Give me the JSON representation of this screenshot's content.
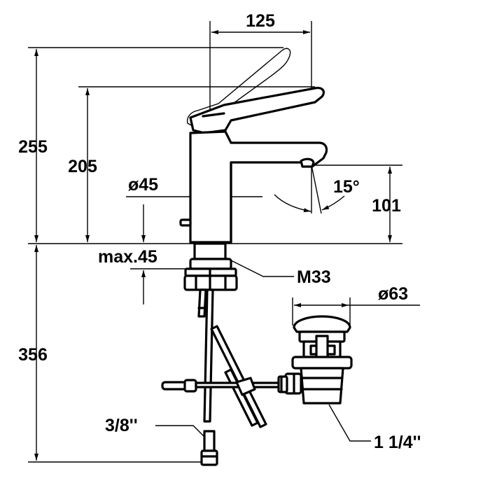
{
  "dimensions": {
    "top_width": "125",
    "total_height": "255",
    "body_height": "205",
    "spout_height": "101",
    "body_diameter": "ø45",
    "spout_angle": "15°",
    "max_thickness": "max.45",
    "thread": "M33",
    "waste_diameter": "ø63",
    "below_deck": "356",
    "supply_connection": "3/8''",
    "waste_connection": "1 1/4''"
  }
}
